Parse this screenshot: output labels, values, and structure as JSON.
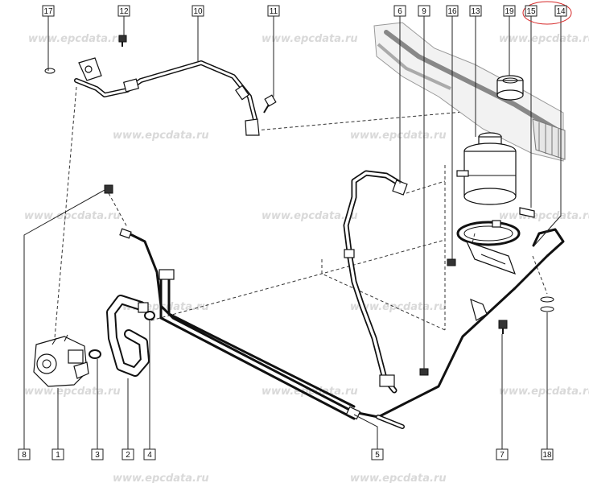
{
  "watermark": "www.epcdata.ru",
  "callouts": [
    {
      "id": "c17",
      "label": "17"
    },
    {
      "id": "c12",
      "label": "12"
    },
    {
      "id": "c10",
      "label": "10"
    },
    {
      "id": "c11",
      "label": "11"
    },
    {
      "id": "c6",
      "label": "6"
    },
    {
      "id": "c9",
      "label": "9"
    },
    {
      "id": "c16",
      "label": "16"
    },
    {
      "id": "c13",
      "label": "13"
    },
    {
      "id": "c19",
      "label": "19"
    },
    {
      "id": "c15",
      "label": "15"
    },
    {
      "id": "c14",
      "label": "14"
    },
    {
      "id": "c8",
      "label": "8"
    },
    {
      "id": "c1",
      "label": "1"
    },
    {
      "id": "c3",
      "label": "3"
    },
    {
      "id": "c2",
      "label": "2"
    },
    {
      "id": "c4",
      "label": "4"
    },
    {
      "id": "c5",
      "label": "5"
    },
    {
      "id": "c7",
      "label": "7"
    },
    {
      "id": "c18",
      "label": "18"
    }
  ],
  "highlight_color": "#d62828"
}
